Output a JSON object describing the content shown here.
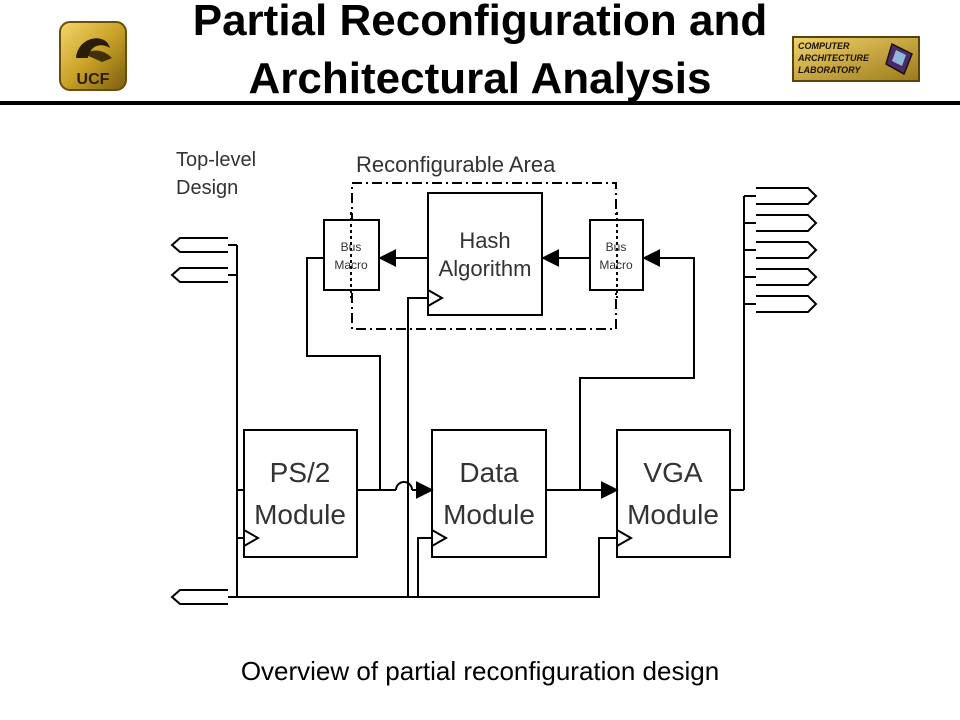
{
  "slide": {
    "title_line1": "Partial Reconfiguration and",
    "title_line2": "Architectural Analysis",
    "caption": "Overview of partial reconfiguration design"
  },
  "logos": {
    "left": {
      "text": "UCF",
      "icon": "ucf-pegasus-logo",
      "color": "#c9a227"
    },
    "right": {
      "icon": "computer-architecture-lab-logo",
      "lines": [
        "COMPUTER",
        "ARCHITECTURE",
        "LABORATORY"
      ],
      "color": "#c9a227"
    }
  },
  "diagram": {
    "top_level_label_line1": "Top-level",
    "top_level_label_line2": "Design",
    "reconfig_area_label": "Reconfigurable Area",
    "hash_line1": "Hash",
    "hash_line2": "Algorithm",
    "bus_macro_left_line1": "Bus",
    "bus_macro_left_line2": "Macro",
    "bus_macro_right_line1": "Bus",
    "bus_macro_right_line2": "Macro",
    "ps2_line1": "PS/2",
    "ps2_line2": "Module",
    "data_line1": "Data",
    "data_line2": "Module",
    "vga_line1": "VGA",
    "vga_line2": "Module"
  }
}
